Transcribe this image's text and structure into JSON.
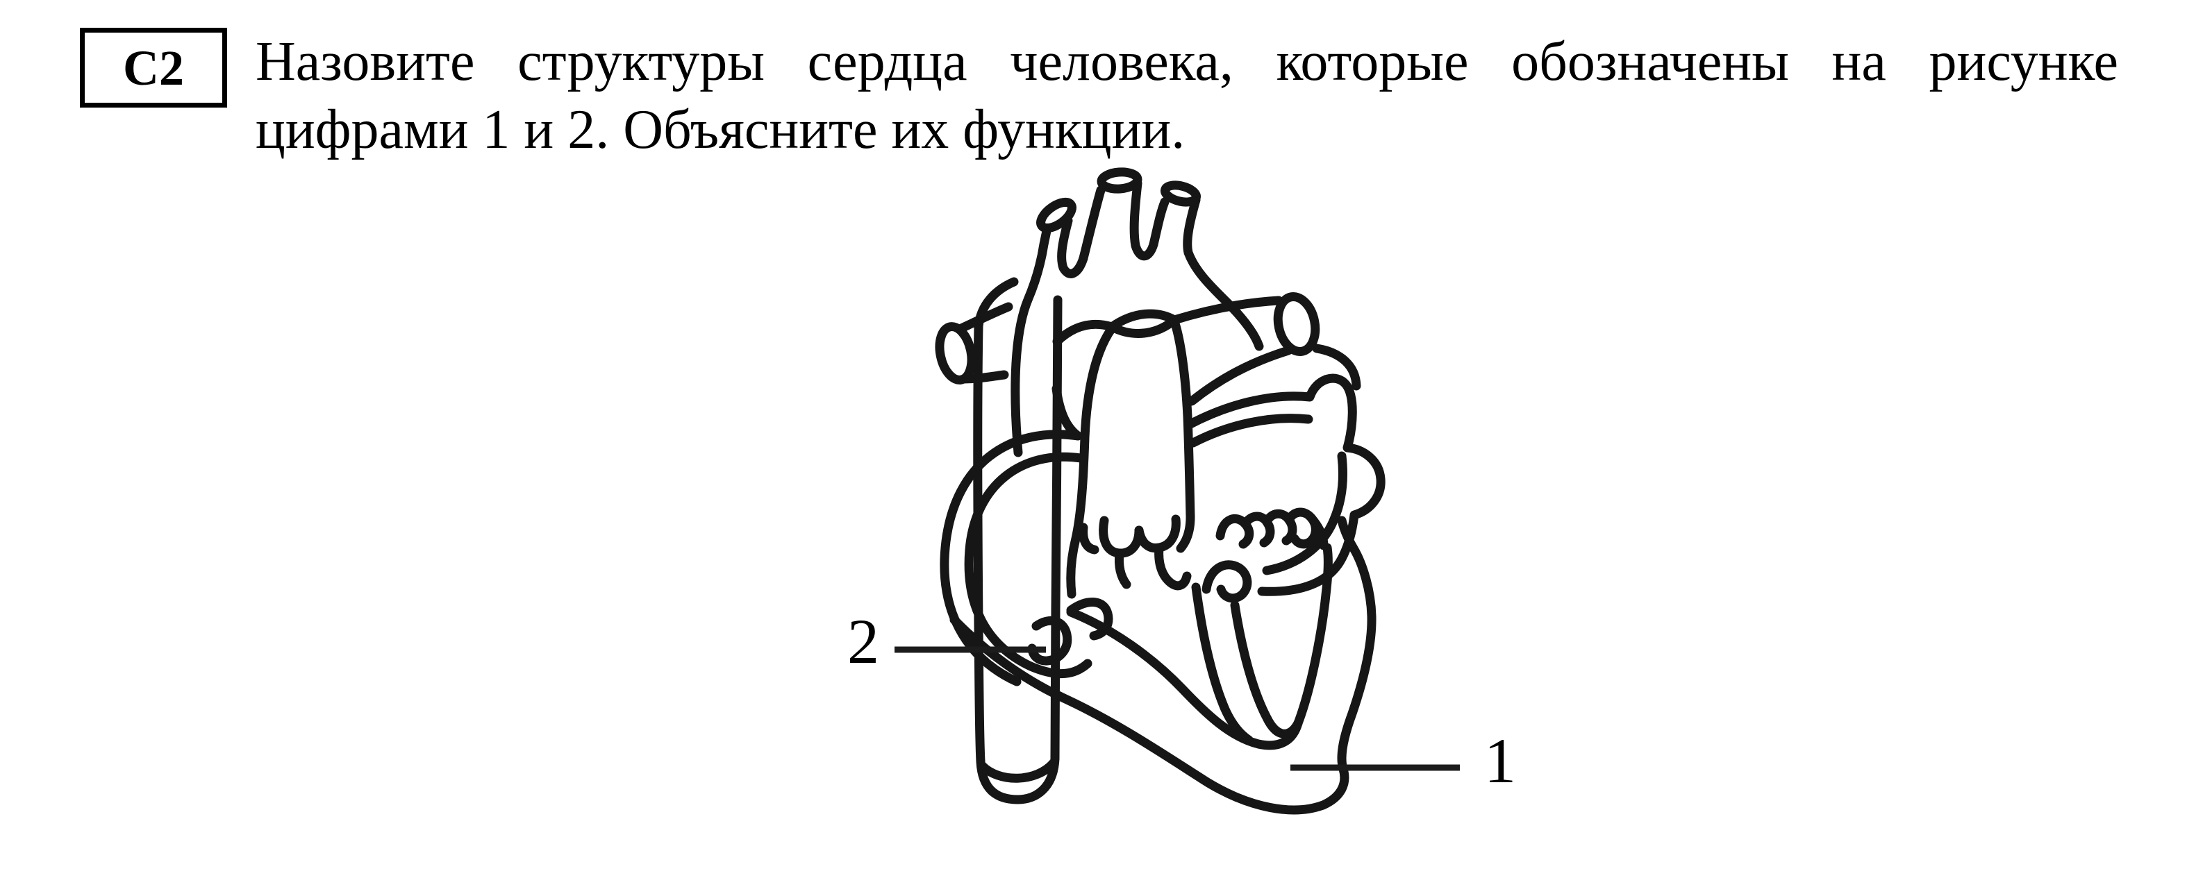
{
  "page": {
    "background": "#ffffff",
    "ink": "#000000"
  },
  "question": {
    "code": "C2",
    "line1": "Назовите структуры сердца человека, которые обозначены на рисунке",
    "line2": "цифрами 1 и 2. Объясните их функции."
  },
  "figure": {
    "kind": "black-and-white line drawing of a human heart in cross-section",
    "labels": [
      {
        "text": "2"
      },
      {
        "text": "1"
      }
    ]
  }
}
